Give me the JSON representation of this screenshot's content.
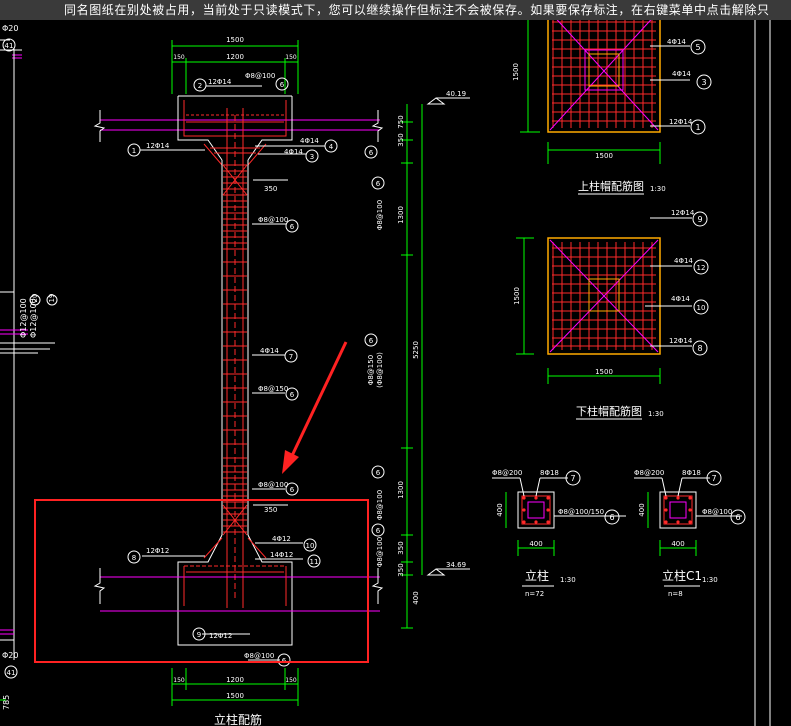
{
  "notice": "同名图纸在别处被占用，当前处于只读模式下，您可以继续操作但标注不会被保存。如果要保存标注，在右键菜单中点击解除只",
  "colors": {
    "background": "#000000",
    "concrete_outline": "#ffffff",
    "rebar": "#ff2a2a",
    "beam": "#ff00ff",
    "dimension": "#00ff00",
    "dash_line": "#ffff00",
    "highlight_box": "#ff2222",
    "arrow": "#ff2222"
  },
  "elevation": {
    "dims": {
      "top_total": "1500",
      "top_left": "150",
      "top_mid": "1200",
      "top_right": "150",
      "bot_total": "1500",
      "bot_left": "150",
      "bot_mid": "1200",
      "bot_right": "150",
      "v_top": "750",
      "v_capital": "350",
      "v_1300a": "1300",
      "v_5250": "5250",
      "v_1300b": "1300",
      "v_350b": "350",
      "v_350c": "350",
      "v_400": "400",
      "w_350a": "350",
      "w_350b": "350"
    },
    "levels": {
      "top": "40.19",
      "bottom": "34.69"
    },
    "labels": {
      "l2": "12Φ14",
      "l6a": "Φ8@100",
      "l1": "12Φ14",
      "l3": "4Φ14",
      "l6b": "Φ8@100",
      "l7": "4Φ14",
      "l6c": "Φ8@150",
      "l6d": "Φ8@100",
      "l10": "4Φ12",
      "l11": "14Φ12",
      "l8": "12Φ12",
      "l9": "12Φ12",
      "l6e": "Φ8@100",
      "rs1": "Φ8@100",
      "rs2": "Φ8@150",
      "rs2b": "(Φ8@100)",
      "rs3": "Φ8@100",
      "rs4": "Φ8@100"
    },
    "bubbles": {
      "b2": "2",
      "b6a": "6",
      "b1": "1",
      "b4": "4",
      "b3": "3",
      "b6b": "6",
      "b7": "7",
      "b6c": "6",
      "b6d": "6",
      "b10": "10",
      "b11": "11",
      "b8": "8",
      "b9": "9",
      "b6e": "6",
      "r6a": "6",
      "r6b": "6",
      "r6c": "6",
      "r6d": "6",
      "r6e": "6"
    },
    "title": "立柱配筋"
  },
  "upper_cap": {
    "dim_w": "1500",
    "dim_h": "1500",
    "labels": {
      "a": "4Φ14",
      "b": "4Φ14",
      "c": "12Φ14"
    },
    "bubbles": {
      "a": "5",
      "b": "3",
      "c": "1"
    },
    "title": "上柱帽配筋图",
    "scale": "1:30"
  },
  "lower_cap": {
    "dim_w": "1500",
    "dim_h": "1500",
    "labels": {
      "a": "12Φ14",
      "b": "4Φ14",
      "c": "4Φ14",
      "d": "12Φ14"
    },
    "bubbles": {
      "a": "9",
      "b": "12",
      "c": "10",
      "d": "8"
    },
    "title": "下柱帽配筋图",
    "scale": "1:30"
  },
  "column_section": {
    "label_stirrup": "Φ8@200",
    "label_bars": "8Φ18",
    "label_tie": "Φ8@100/150",
    "bubble_a": "7",
    "bubble_b": "6",
    "dim_w": "400",
    "dim_h": "400",
    "title": "立柱",
    "scale": "1:30",
    "count": "n=72"
  },
  "column_section_c1": {
    "label_stirrup": "Φ8@200",
    "label_bars": "8Φ18",
    "label_tie": "Φ8@100",
    "bubble_a": "7",
    "bubble_b": "6",
    "dim_w": "400",
    "dim_h": "400",
    "title": "立柱C1",
    "scale": "1:30",
    "count": "n=8"
  },
  "left_edge": {
    "t1": "Φ20",
    "b1": "41",
    "t2": "Φ12@100",
    "t3": "Φ12@100",
    "b2": "20",
    "b3": "19",
    "t4": "Φ20",
    "b4": "41",
    "t5": "785"
  }
}
